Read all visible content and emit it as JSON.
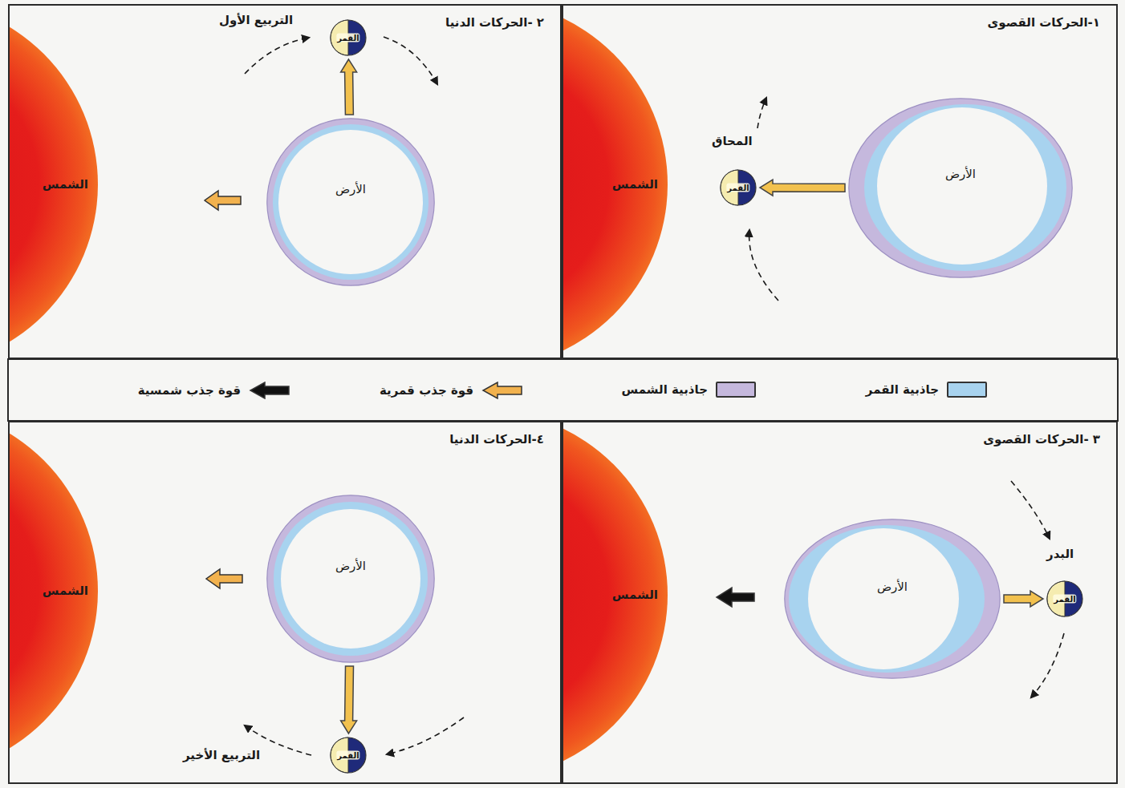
{
  "diagram": {
    "nodes": [
      {
        "text": [
          "١-الحركات القصوى"
        ]
      },
      {
        "text": [
          "الشمس"
        ],
        "in": 0
      },
      {
        "text": [
          "الأرض"
        ],
        "in": 0
      },
      {
        "text": [
          "القمر",
          "المحاق"
        ],
        "in": 0
      },
      {
        "text": [
          "٢ -الحركات الدنيا"
        ]
      },
      {
        "text": [
          "الشمس"
        ],
        "in": 4
      },
      {
        "text": [
          "الأرض"
        ],
        "in": 4
      },
      {
        "text": [
          "القمر",
          "التربيع الأول"
        ],
        "in": 4
      },
      {
        "text": [
          "٣ -الحركات القصوى"
        ]
      },
      {
        "text": [
          "الشمس"
        ],
        "in": 8
      },
      {
        "text": [
          "الأرض"
        ],
        "in": 8
      },
      {
        "text": [
          "القمر",
          "البدر"
        ],
        "in": 8
      },
      {
        "text": [
          "٤-الحركات الدنيا"
        ]
      },
      {
        "text": [
          "الشمس"
        ],
        "in": 12
      },
      {
        "text": [
          "الأرض"
        ],
        "in": 12
      },
      {
        "text": [
          "القمر",
          "التربيع الأخير"
        ],
        "in": 12
      }
    ],
    "edges": [
      {
        "from": 2,
        "to": 3,
        "arrow": "to"
      },
      {
        "from": 6,
        "to": 7,
        "arrow": "to"
      },
      {
        "from": 10,
        "to": 11,
        "arrow": "to"
      },
      {
        "from": 14,
        "to": 15,
        "arrow": "to"
      }
    ],
    "legend": [
      {
        "text": "جاذبية القمر",
        "color": "#a8d3ef"
      },
      {
        "text": "جاذبية الشمس",
        "color": "#c5b8dd"
      },
      {
        "text": "قوة جذب قمرية"
      },
      {
        "text": "قوة جذب شمسية"
      }
    ]
  }
}
